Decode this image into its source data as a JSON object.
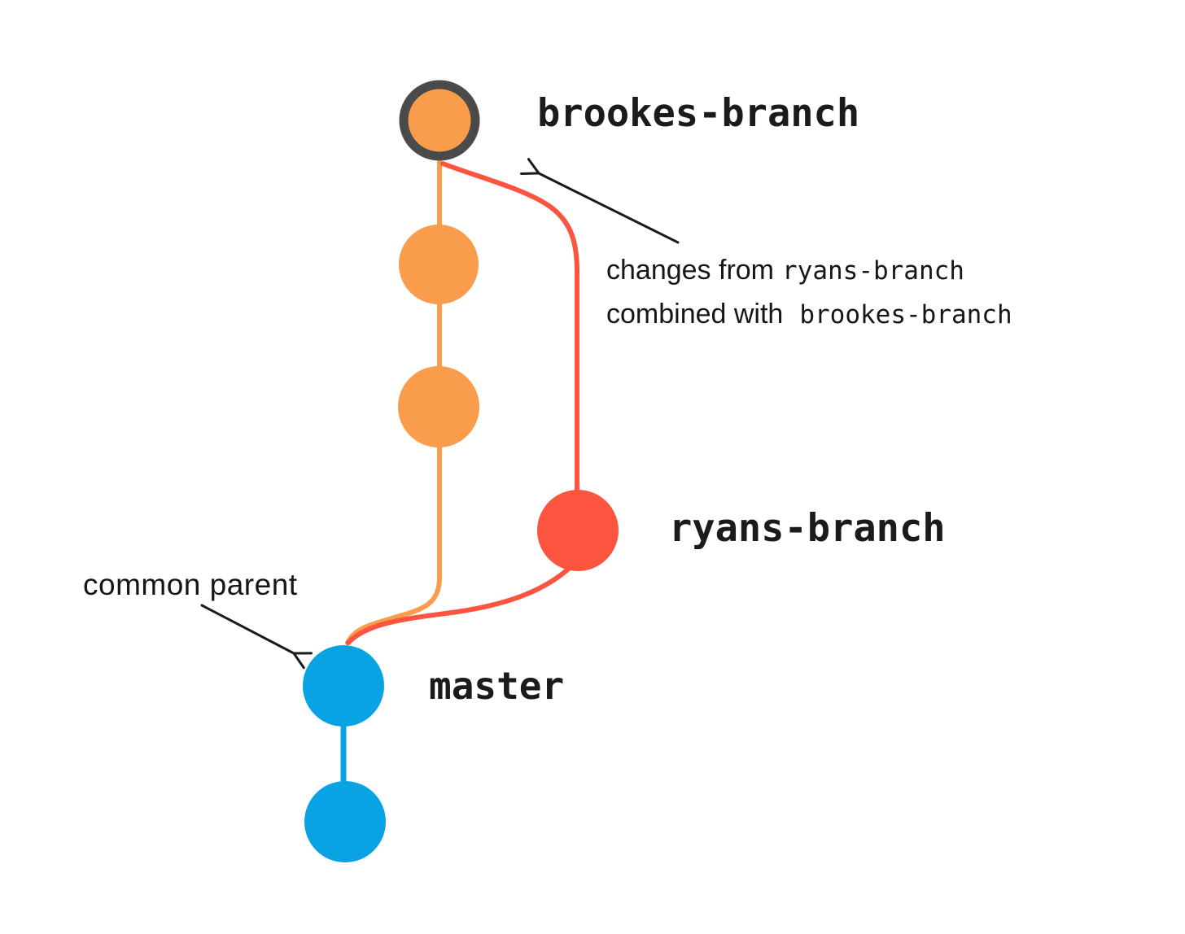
{
  "colors": {
    "orange": "#F99C4B",
    "red": "#FB5540",
    "blue": "#09A3E4",
    "head_ring": "#4A4A4A",
    "ink": "#1B1B1B"
  },
  "branches": {
    "brookes": {
      "label": "brookes-branch",
      "commit_count": 3
    },
    "ryans": {
      "label": "ryans-branch",
      "commit_count": 1
    },
    "master": {
      "label": "master",
      "commit_count": 2
    }
  },
  "annotations": {
    "merge_note": {
      "line1_text": "changes from",
      "line1_code": "ryans-branch",
      "line2_text": "combined with",
      "line2_code": "brookes-branch"
    },
    "common_parent": {
      "text": "common parent"
    }
  }
}
